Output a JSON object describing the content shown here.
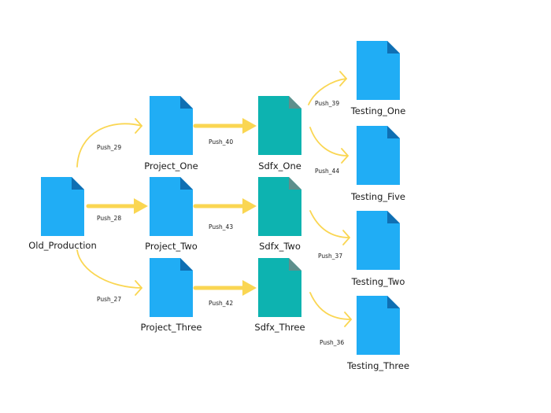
{
  "colors": {
    "file_blue": "#20ADF5",
    "file_blue_fold": "#0F6FB3",
    "file_teal": "#0DB3B0",
    "file_teal_fold": "#5E8F8C",
    "arrow_yellow": "#FAD652"
  },
  "nodes": [
    {
      "id": "old_production",
      "label": "Old_Production",
      "kind": "blue",
      "icon": "file-icon"
    },
    {
      "id": "project_one",
      "label": "Project_One",
      "kind": "blue",
      "icon": "file-icon"
    },
    {
      "id": "project_two",
      "label": "Project_Two",
      "kind": "blue",
      "icon": "file-icon"
    },
    {
      "id": "project_three",
      "label": "Project_Three",
      "kind": "blue",
      "icon": "file-icon"
    },
    {
      "id": "sdfx_one",
      "label": "Sdfx_One",
      "kind": "teal",
      "icon": "file-icon"
    },
    {
      "id": "sdfx_two",
      "label": "Sdfx_Two",
      "kind": "teal",
      "icon": "file-icon"
    },
    {
      "id": "sdfx_three",
      "label": "Sdfx_Three",
      "kind": "teal",
      "icon": "file-icon"
    },
    {
      "id": "testing_one",
      "label": "Testing_One",
      "kind": "blue",
      "icon": "file-icon"
    },
    {
      "id": "testing_five",
      "label": "Testing_Five",
      "kind": "blue",
      "icon": "file-icon"
    },
    {
      "id": "testing_two",
      "label": "Testing_Two",
      "kind": "blue",
      "icon": "file-icon"
    },
    {
      "id": "testing_three",
      "label": "Testing_Three",
      "kind": "blue",
      "icon": "file-icon"
    }
  ],
  "edges": [
    {
      "from": "old_production",
      "to": "project_one",
      "label": "Push_29",
      "style": "thin"
    },
    {
      "from": "old_production",
      "to": "project_two",
      "label": "Push_28",
      "style": "thick"
    },
    {
      "from": "old_production",
      "to": "project_three",
      "label": "Push_27",
      "style": "thin"
    },
    {
      "from": "project_one",
      "to": "sdfx_one",
      "label": "Push_40",
      "style": "thick"
    },
    {
      "from": "project_two",
      "to": "sdfx_two",
      "label": "Push_43",
      "style": "thick"
    },
    {
      "from": "project_three",
      "to": "sdfx_three",
      "label": "Push_42",
      "style": "thick"
    },
    {
      "from": "sdfx_one",
      "to": "testing_one",
      "label": "Push_39",
      "style": "thin"
    },
    {
      "from": "sdfx_one",
      "to": "testing_five",
      "label": "Push_44",
      "style": "thin"
    },
    {
      "from": "sdfx_two",
      "to": "testing_two",
      "label": "Push_37",
      "style": "thin"
    },
    {
      "from": "sdfx_three",
      "to": "testing_three",
      "label": "Push_36",
      "style": "thin"
    }
  ]
}
